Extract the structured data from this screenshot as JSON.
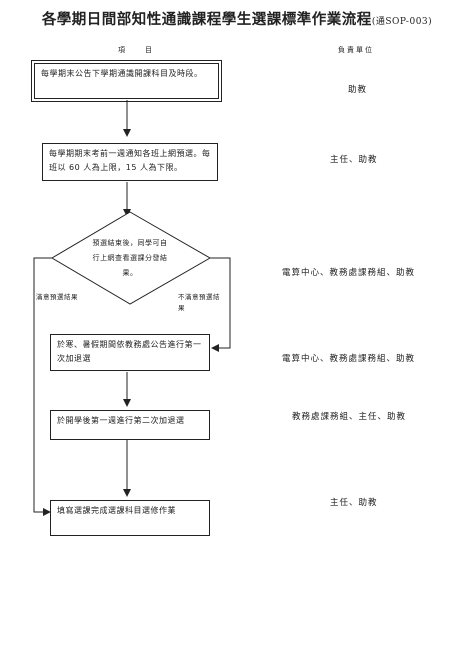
{
  "header": {
    "title": "各學期日間部知性通識課程學生選課標準作業流程",
    "code": "(通SOP-003)"
  },
  "columns": {
    "item": "項　　目",
    "owner": "負責單位"
  },
  "steps": [
    {
      "text": "每學期末公告下學期通識開課科目及時段。",
      "owner": "助教"
    },
    {
      "text": "每學期期末考前一週通知各班上網預選。每班以 60 人為上限，15 人為下限。",
      "owner": "主任、助教"
    },
    {
      "text": "預選結束後，同學可自行上網查看選課分發結果。",
      "owner": "電算中心、教務處課務組、助教"
    },
    {
      "text": "於寒、暑假期間依教務處公告進行第一次加退選",
      "owner": "電算中心、教務處課務組、助教"
    },
    {
      "text": "於開學後第一週進行第二次加退選",
      "owner": "教務處課務組、主任、助教"
    },
    {
      "text": "填寫選課完成選課科目選修作業",
      "owner": "主任、助教"
    }
  ],
  "branches": {
    "left": "滿意預選結果",
    "right": "不滿意預選結果"
  }
}
